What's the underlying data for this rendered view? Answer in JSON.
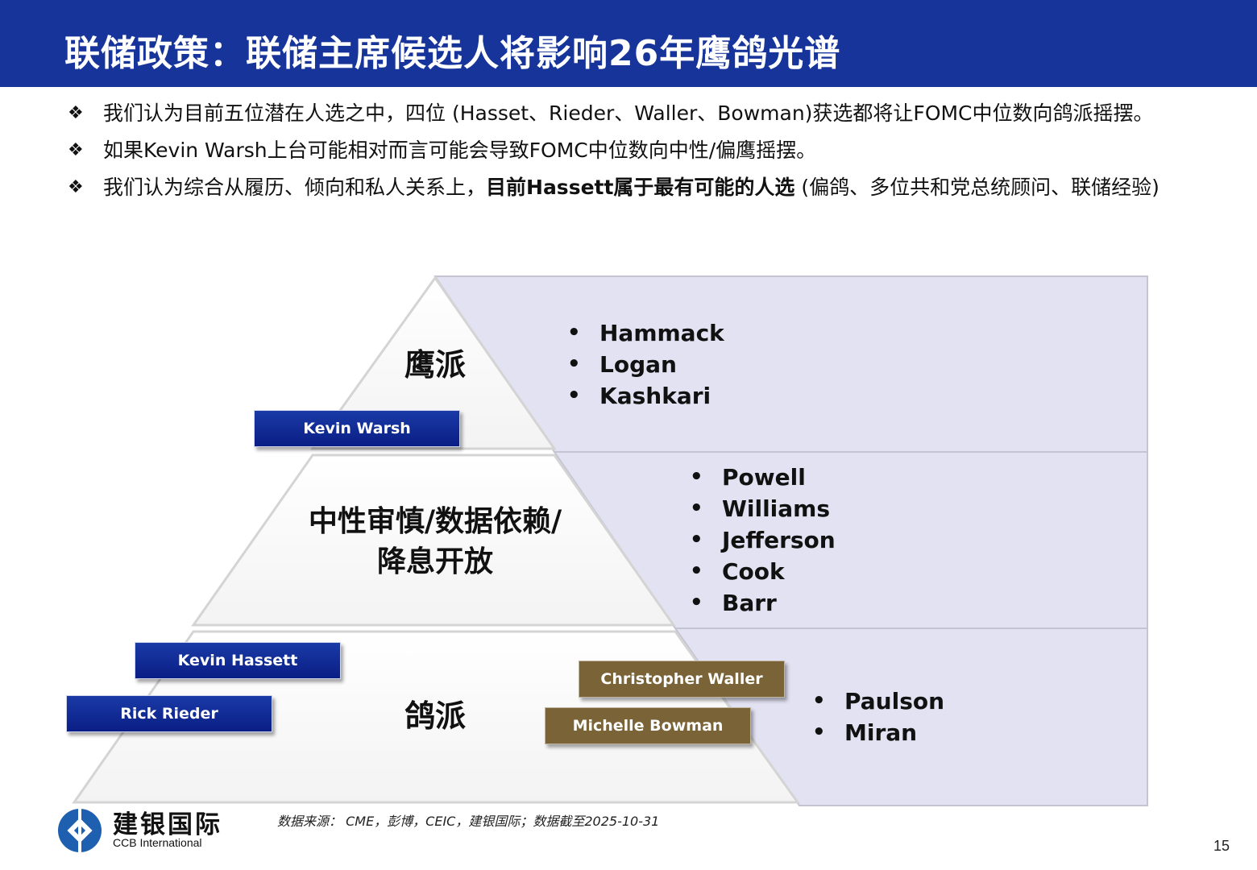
{
  "header": {
    "title": "联储政策：联储主席候选人将影响26年鹰鸽光谱"
  },
  "bullets": {
    "b1": "我们认为目前五位潜在人选之中，四位 (Hasset、Rieder、Waller、Bowman)获选都将让FOMC中位数向鸽派摇摆。",
    "b2": "如果Kevin Warsh上台可能相对而言可能会导致FOMC中位数向中性/偏鹰摇摆。",
    "b3_pre": "我们认为综合从履历、倾向和私人关系上，",
    "b3_bold": "目前Hassett属于最有可能的人选",
    "b3_post": " (偏鸽、多位共和党总统顾问、联储经验)"
  },
  "pyramid": {
    "hawk": {
      "label": "鹰派",
      "names": [
        "Hammack",
        "Logan",
        "Kashkari"
      ]
    },
    "neutral": {
      "label_line1": "中性审慎/数据依赖/",
      "label_line2": "降息开放",
      "names": [
        "Powell",
        "Williams",
        "Jefferson",
        "Cook",
        "Barr"
      ]
    },
    "dove": {
      "label": "鸽派",
      "names": [
        "Paulson",
        "Miran"
      ]
    }
  },
  "candidates": {
    "warsh": "Kevin Warsh",
    "hassett": "Kevin Hassett",
    "rieder": "Rick Rieder",
    "waller": "Christopher Waller",
    "bowman": "Michelle Bowman"
  },
  "footer": {
    "logo_cn": "建银国际",
    "logo_en": "CCB International",
    "source": "数据来源： CME，彭博，CEIC，建银国际；数据截至2025-10-31",
    "page": "15"
  },
  "colors": {
    "header_bg": "#17349a",
    "panel_bg": "#e2e2f2",
    "tag_blue": "#0f2a96",
    "tag_brown": "#7a6336",
    "logo_blue": "#1f5fb0"
  }
}
